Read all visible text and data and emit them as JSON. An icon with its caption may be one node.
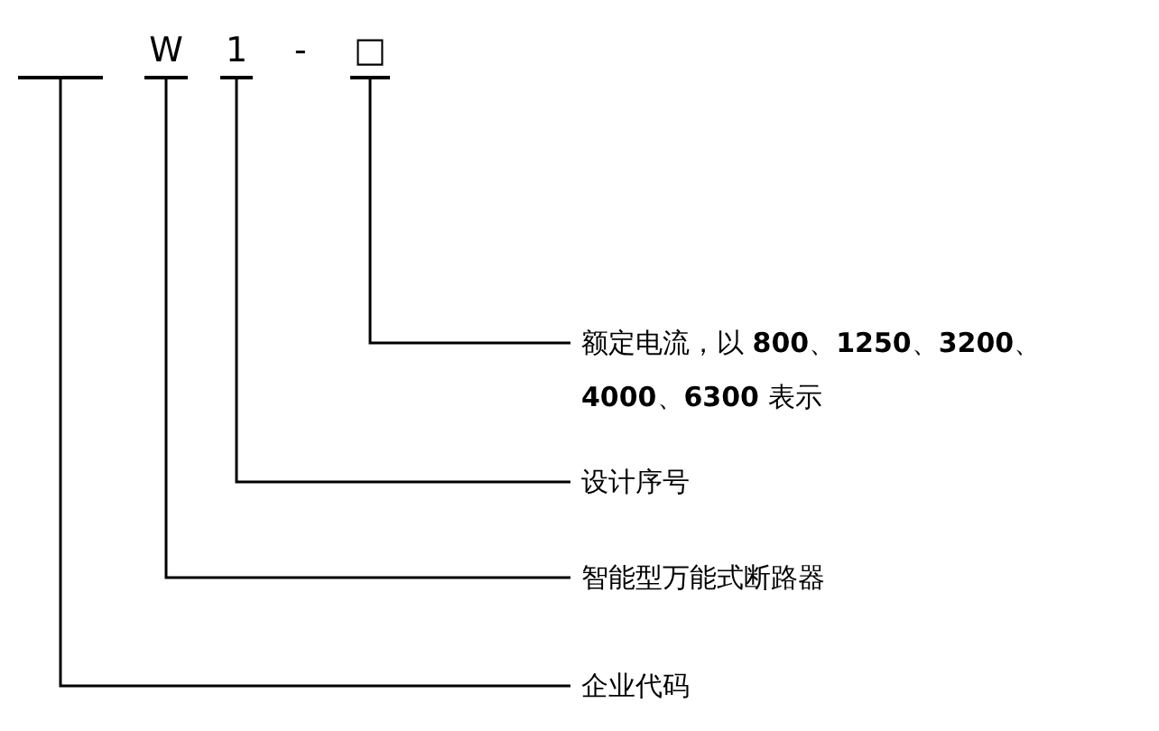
{
  "diagram": {
    "nodes": [
      {
        "text": [],
        "shape": "bar"
      },
      {
        "text": [
          "W"
        ]
      },
      {
        "text": [
          "1"
        ]
      },
      {
        "text": [
          "□"
        ]
      },
      {
        "text": [
          "额定电流，以 **800**、**1250**、**3200**、**4000**、**6300** 表示"
        ]
      },
      {
        "text": [
          "设计序号"
        ]
      },
      {
        "text": [
          "智能型万能式断路器"
        ]
      },
      {
        "text": [
          "企业代码"
        ]
      }
    ],
    "edges": [
      {
        "from": 3,
        "to": 4,
        "arrow": "none"
      },
      {
        "from": 2,
        "to": 5,
        "arrow": "none"
      },
      {
        "from": 1,
        "to": 6,
        "arrow": "none"
      },
      {
        "from": 0,
        "to": 7,
        "arrow": "none"
      }
    ],
    "labels": [
      "-"
    ]
  }
}
